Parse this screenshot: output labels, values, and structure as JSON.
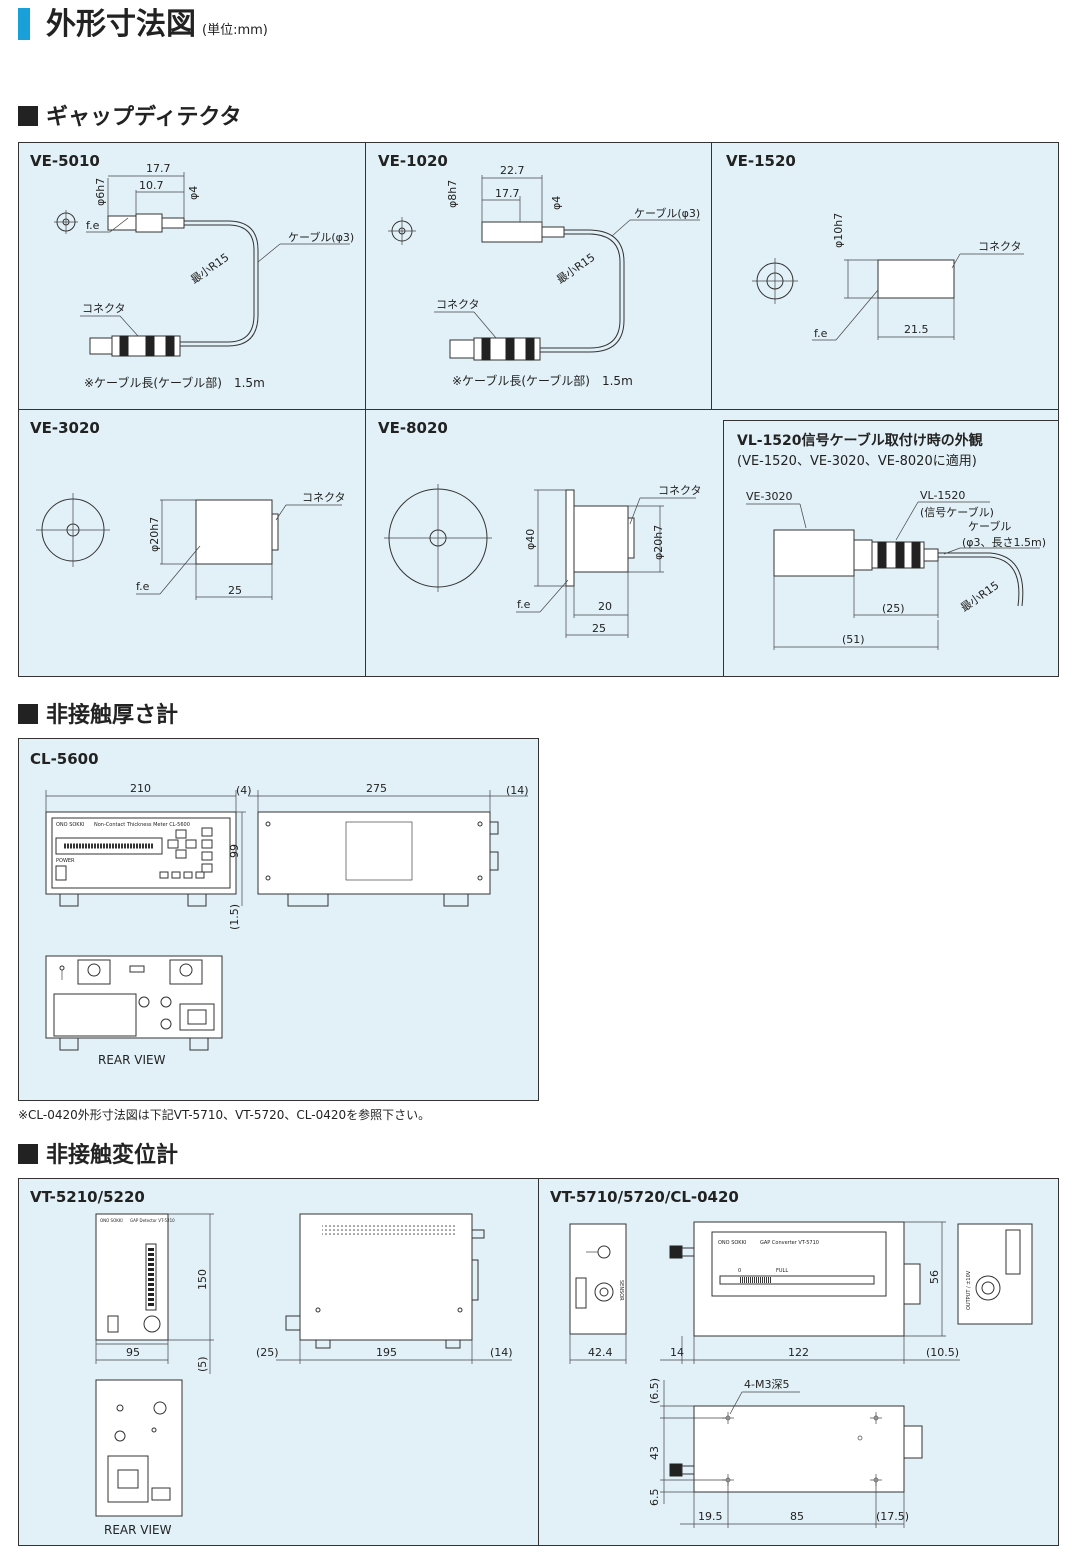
{
  "page_title": "外形寸法図",
  "page_unit": "(単位:mm)",
  "sections": [
    {
      "title": "ギャップディテクタ"
    },
    {
      "title": "非接触厚さ計"
    },
    {
      "title": "非接触変位計"
    }
  ],
  "gap": {
    "ve5010": {
      "model": "VE-5010",
      "d1": "17.7",
      "d2": "10.7",
      "dia": "φ6h7",
      "dia2": "φ4",
      "fe": "f.e",
      "cable": "ケーブル(φ3)",
      "radius": "最小R15",
      "connector": "コネクタ",
      "note": "※ケーブル長(ケーブル部)　1.5m"
    },
    "ve1020": {
      "model": "VE-1020",
      "d1": "22.7",
      "d2": "17.7",
      "dia": "φ8h7",
      "dia2": "φ4",
      "cable": "ケーブル(φ3)",
      "radius": "最小R15",
      "connector": "コネクタ",
      "note": "※ケーブル長(ケーブル部)　1.5m"
    },
    "ve1520": {
      "model": "VE-1520",
      "dia": "φ10h7",
      "connector": "コネクタ",
      "fe": "f.e",
      "len": "21.5"
    },
    "ve3020": {
      "model": "VE-3020",
      "dia": "φ20h7",
      "connector": "コネクタ",
      "fe": "f.e",
      "len": "25"
    },
    "ve8020": {
      "model": "VE-8020",
      "dia": "φ40",
      "dia2": "φ20h7",
      "connector": "コネクタ",
      "fe": "f.e",
      "d1": "20",
      "d2": "25"
    },
    "vl1520": {
      "title": "VL-1520信号ケーブル取付け時の外観",
      "subtitle": "(VE-1520、VE-3020、VE-8020に適用)",
      "head": "VE-3020",
      "cable_name": "VL-1520",
      "cable_sub": "(信号ケーブル)",
      "cable": "ケーブル",
      "cable_spec": "(φ3、長さ1.5m)",
      "radius": "最小R15",
      "d1": "(25)",
      "d2": "(51)"
    }
  },
  "thick": {
    "model": "CL-5600",
    "w": "210",
    "d": "275",
    "g1": "(4)",
    "g2": "(14)",
    "h": "99",
    "foot": "(1.5)",
    "rear": "REAR VIEW",
    "brand": "ONO SOKKI",
    "device": "Non-Contact Thickness Meter CL-5600",
    "power": "POWER",
    "footnote": "※CL-0420外形寸法図は下記VT-5710、VT-5720、CL-0420を参照下さい。"
  },
  "disp": {
    "vt5210": {
      "model": "VT-5210/5220",
      "h": "150",
      "w": "95",
      "foot": "(5)",
      "g1": "(25)",
      "d": "195",
      "g2": "(14)",
      "rear": "REAR VIEW",
      "brand": "ONO SOKKI",
      "device": "GAP Detector VT-5210"
    },
    "vt5710": {
      "model": "VT-5710/5720/CL-0420",
      "w": "42.4",
      "g1": "14",
      "len": "122",
      "g2": "(10.5)",
      "h": "56",
      "holes": "4-M3深5",
      "v1": "(6.5)",
      "v2": "43",
      "v3": "6.5",
      "b1": "19.5",
      "b2": "85",
      "b3": "(17.5)",
      "brand": "ONO SOKKI",
      "device": "GAP Converter VT-5710",
      "zero": "0",
      "full": "FULL",
      "sensor": "SENSOR",
      "output": "OUTPUT / ±10V"
    }
  }
}
